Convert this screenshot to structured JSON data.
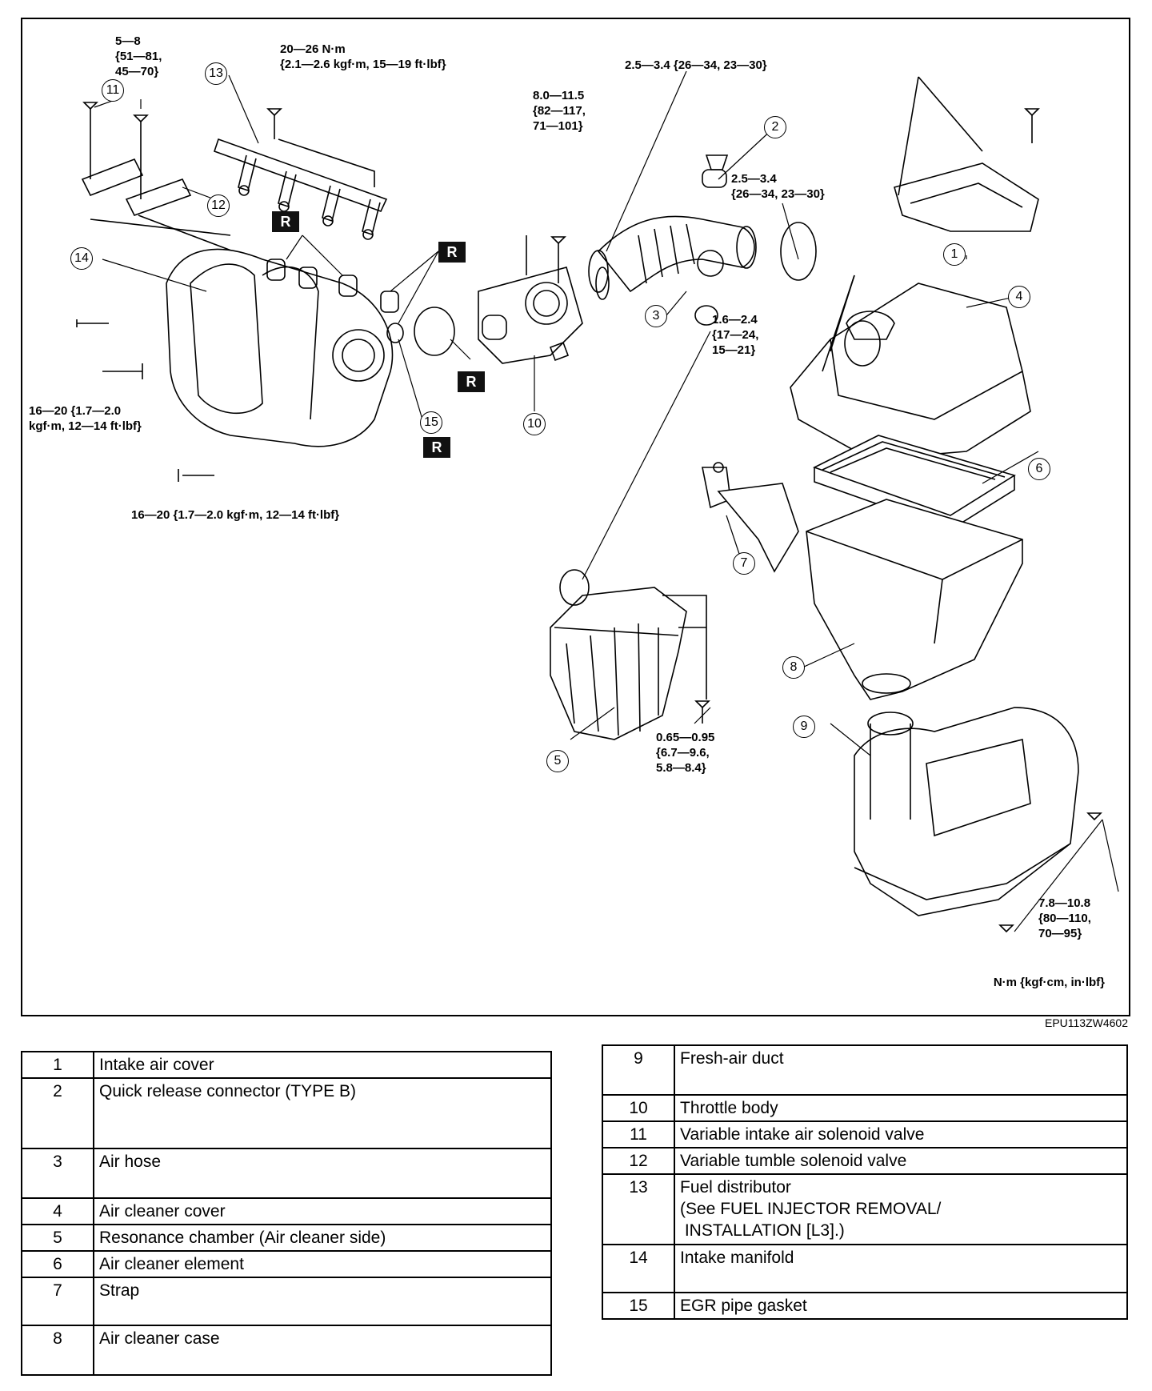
{
  "diagram": {
    "torque_labels": [
      {
        "id": "t11",
        "text": "5—8\n{51—81,\n45—70}"
      },
      {
        "id": "t13",
        "text": "20—26 N·m\n{2.1—2.6 kgf·m, 15—19 ft·lbf}"
      },
      {
        "id": "t_hose",
        "text": "2.5—3.4 {26—34, 23—30}"
      },
      {
        "id": "t_tb",
        "text": "8.0—11.5\n{82—117,\n71—101}"
      },
      {
        "id": "t_clamp",
        "text": "2.5—3.4\n{26—34, 23—30}"
      },
      {
        "id": "t_clamp2",
        "text": "1.6—2.4\n{17—24,\n15—21}"
      },
      {
        "id": "t_im1",
        "text": "16—20 {1.7—2.0\nkgf·m, 12—14 ft·lbf}"
      },
      {
        "id": "t_im2",
        "text": "16—20 {1.7—2.0 kgf·m, 12—14 ft·lbf}"
      },
      {
        "id": "t_res",
        "text": "0.65—0.95\n{6.7—9.6,\n5.8—8.4}"
      },
      {
        "id": "t_duct",
        "text": "7.8—10.8\n{80—110,\n70—95}"
      }
    ],
    "callouts": [
      "1",
      "2",
      "3",
      "4",
      "5",
      "6",
      "7",
      "8",
      "9",
      "10",
      "11",
      "12",
      "13",
      "14",
      "15"
    ],
    "replace_mark": "R",
    "units_note": "N·m {kgf·cm, in·lbf}",
    "figure_code": "EPU113ZW4602"
  },
  "parts_left": [
    {
      "num": "1",
      "name": "Intake air cover"
    },
    {
      "num": "2",
      "name": "Quick release connector (TYPE B)"
    },
    {
      "num": "3",
      "name": "Air hose"
    },
    {
      "num": "4",
      "name": "Air cleaner cover"
    },
    {
      "num": "5",
      "name": "Resonance chamber (Air cleaner side)"
    },
    {
      "num": "6",
      "name": "Air cleaner element"
    },
    {
      "num": "7",
      "name": "Strap"
    },
    {
      "num": "8",
      "name": "Air cleaner case"
    }
  ],
  "parts_right": [
    {
      "num": "9",
      "name": "Fresh-air duct"
    },
    {
      "num": "10",
      "name": "Throttle body"
    },
    {
      "num": "11",
      "name": "Variable intake air solenoid valve"
    },
    {
      "num": "12",
      "name": "Variable tumble solenoid valve"
    },
    {
      "num": "13",
      "name": "Fuel distributor\n(See FUEL INJECTOR REMOVAL/\n INSTALLATION [L3].)"
    },
    {
      "num": "14",
      "name": "Intake manifold"
    },
    {
      "num": "15",
      "name": "EGR pipe gasket"
    }
  ]
}
